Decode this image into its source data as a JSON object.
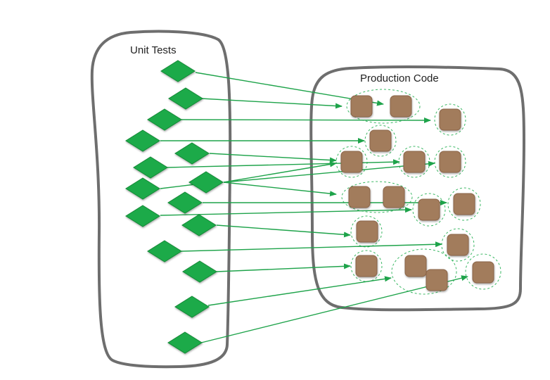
{
  "diagram": {
    "left_group_label": "Unit Tests",
    "right_group_label": "Production Code"
  },
  "colors": {
    "test_fill": "#1faa4a",
    "test_stroke": "#128a36",
    "code_fill": "#a27b5c",
    "code_stroke": "#8a6447",
    "arrow": "#1ea34a",
    "boundary": "#6e6e6e",
    "dashed_group": "#3cb865"
  },
  "icons": {
    "test": "green-diamond",
    "code_unit": "brown-rounded-square"
  }
}
